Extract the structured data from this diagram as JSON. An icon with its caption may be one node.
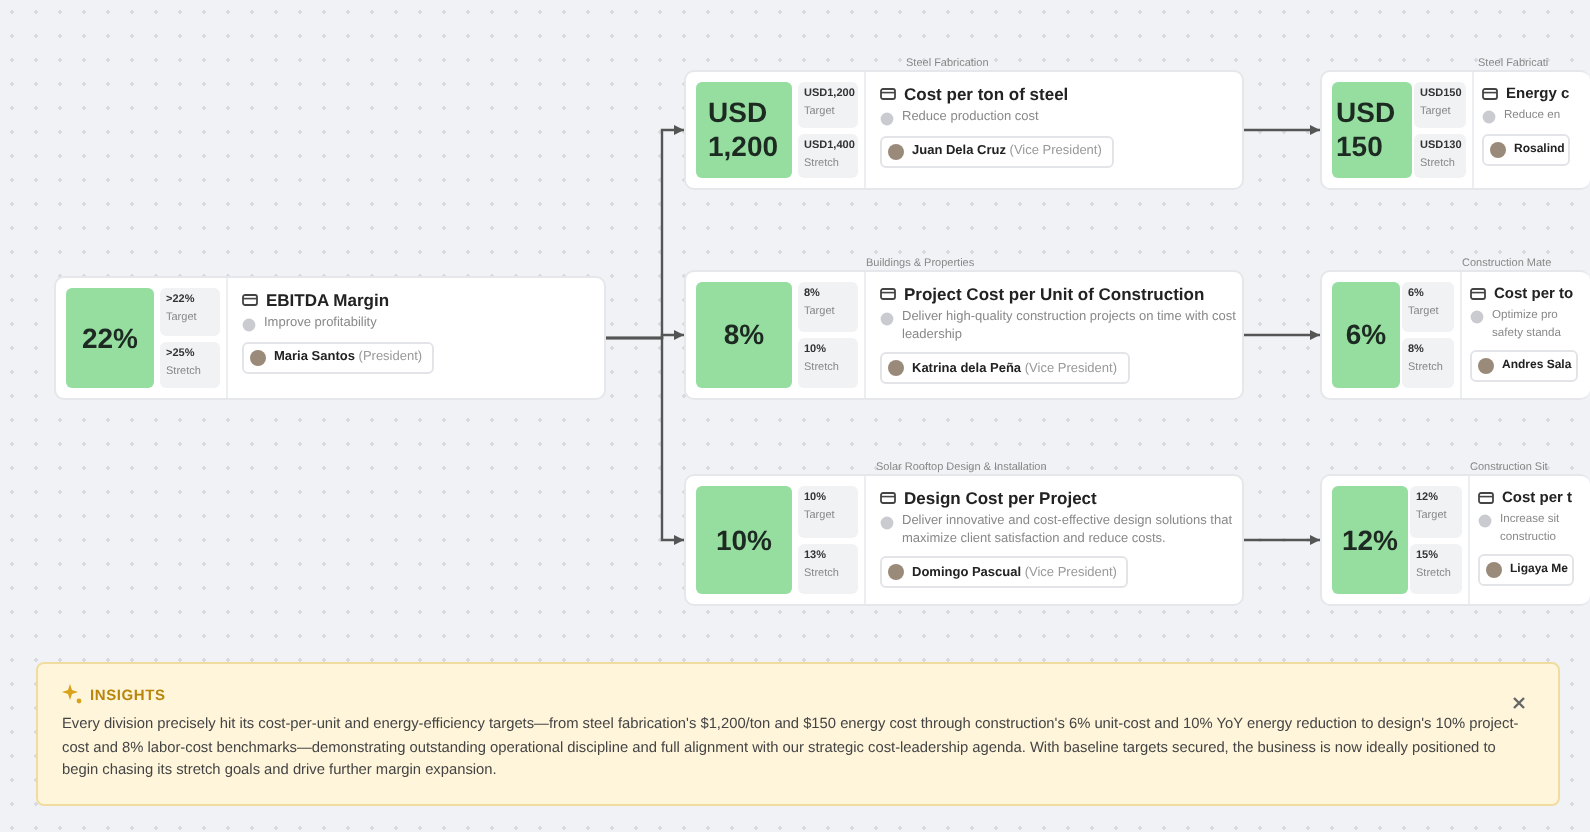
{
  "diagram": {
    "nodes": [
      {
        "text": [
          "22%",
          ">22%",
          "Target",
          ">25%",
          "Stretch",
          "EBITDA Margin",
          "Improve profitability",
          "**Maria Santos** (President)"
        ]
      },
      {
        "text": [
          "USD 1,200",
          "USD1,200",
          "Target",
          "USD1,400",
          "Stretch",
          "Cost per ton of steel",
          "Reduce production cost",
          "**Juan Dela Cruz** (Vice President)"
        ],
        "beside": [
          "Steel Fabrication"
        ]
      },
      {
        "text": [
          "8%",
          "8%",
          "Target",
          "10%",
          "Stretch",
          "Project Cost per Unit of Construction",
          "Deliver high-quality construction projects on time with cost leadership",
          "**Katrina dela Peña** (Vice President)"
        ],
        "beside": [
          "Buildings & Properties"
        ]
      },
      {
        "text": [
          "10%",
          "10%",
          "Target",
          "13%",
          "Stretch",
          "Design Cost per Project",
          "Deliver innovative and cost-effective design solutions that maximize client satisfaction and reduce costs.",
          "**Domingo Pascual** (Vice President)"
        ],
        "beside": [
          "Solar Rooftop Design & Installation"
        ]
      },
      {
        "text": [
          "USD 150",
          "USD150",
          "Target",
          "USD130",
          "Stretch",
          "Energy c",
          "Reduce en",
          "**Rosalind**"
        ],
        "beside": [
          "Steel Fabricati"
        ]
      },
      {
        "text": [
          "6%",
          "6%",
          "Target",
          "8%",
          "Stretch",
          "Cost per to",
          "Optimize pro safety standa",
          "**Andres Sala**"
        ],
        "beside": [
          "Construction Mate"
        ]
      },
      {
        "text": [
          "12%",
          "12%",
          "Target",
          "15%",
          "Stretch",
          "Cost per t",
          "Increase sit constructio",
          "**Ligaya Me**"
        ],
        "beside": [
          "Construction Sit"
        ]
      },
      {
        "text": [
          "INSIGHTS",
          "Every division precisely hit its cost-per-unit and energy-efficiency targets—from steel fabrication's $1,200/ton and $150 energy cost through construction's 6% unit-cost and 10% YoY energy reduction to design's 10% project-cost and 8% labor-cost benchmarks—demonstrating outstanding operational discipline and full alignment with our strategic cost-leadership agenda. With baseline targets secured, the business is now ideally positioned to begin chasing its stretch goals and drive further margin expansion."
        ]
      }
    ],
    "edges": [
      {
        "from": 0,
        "to": 1,
        "arrow": "to"
      },
      {
        "from": 0,
        "to": 2,
        "arrow": "to"
      },
      {
        "from": 0,
        "to": 3,
        "arrow": "to"
      },
      {
        "from": 1,
        "to": 4,
        "arrow": "to"
      },
      {
        "from": 2,
        "to": 5,
        "arrow": "to"
      },
      {
        "from": 3,
        "to": 6,
        "arrow": "to"
      }
    ]
  }
}
